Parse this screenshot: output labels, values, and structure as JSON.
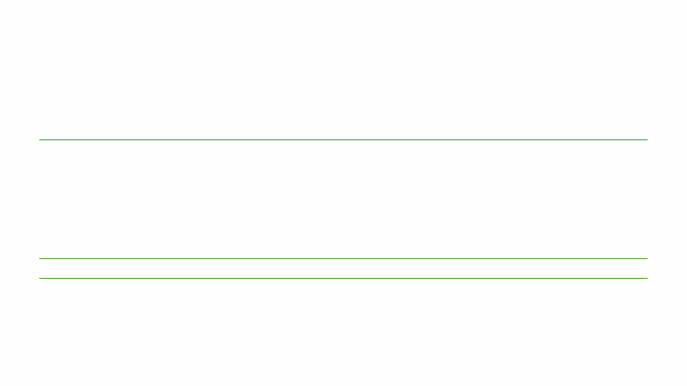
{
  "page": {
    "background_color": "#fefefe",
    "rule_color": "#5a9e2f",
    "rules": [
      {
        "name": "divider-rule-1"
      },
      {
        "name": "divider-rule-2"
      },
      {
        "name": "divider-rule-3"
      }
    ]
  }
}
